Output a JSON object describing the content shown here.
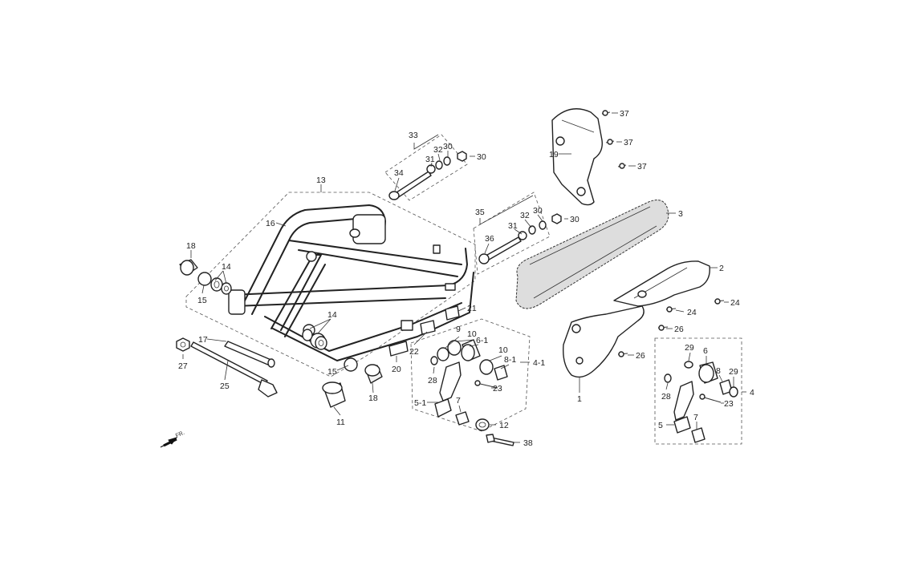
{
  "callouts": {
    "c37a": "37",
    "c37b": "37",
    "c37c": "37",
    "c19": "19",
    "c3": "3",
    "c33": "33",
    "c32a": "32",
    "c31a": "31",
    "c30a": "30",
    "c30b": "30",
    "c34": "34",
    "c35": "35",
    "c32b": "32",
    "c30c": "30",
    "c30d": "30",
    "c31b": "31",
    "c36": "36",
    "c13": "13",
    "c16": "16",
    "c18a": "18",
    "c14a": "14",
    "c15a": "15",
    "c14b": "14",
    "c15b": "15",
    "c17": "17",
    "c27": "27",
    "c25": "25",
    "c11": "11",
    "c18b": "18",
    "c20": "20",
    "c22": "22",
    "c21": "21",
    "c2": "2",
    "c24a": "24",
    "c24b": "24",
    "c26a": "26",
    "c26b": "26",
    "c1": "1",
    "c9": "9",
    "c10a": "10",
    "c6_1": "6-1",
    "c10b": "10",
    "c8_1": "8-1",
    "c4_1": "4-1",
    "c28a": "28",
    "c23a": "23",
    "c5_1": "5-1",
    "c7a": "7",
    "c12": "12",
    "c38": "38",
    "c29a": "29",
    "c6": "6",
    "c8": "8",
    "c29b": "29",
    "c4": "4",
    "c28b": "28",
    "c23b": "23",
    "c5": "5",
    "c7b": "7"
  },
  "front_marker": "FR."
}
